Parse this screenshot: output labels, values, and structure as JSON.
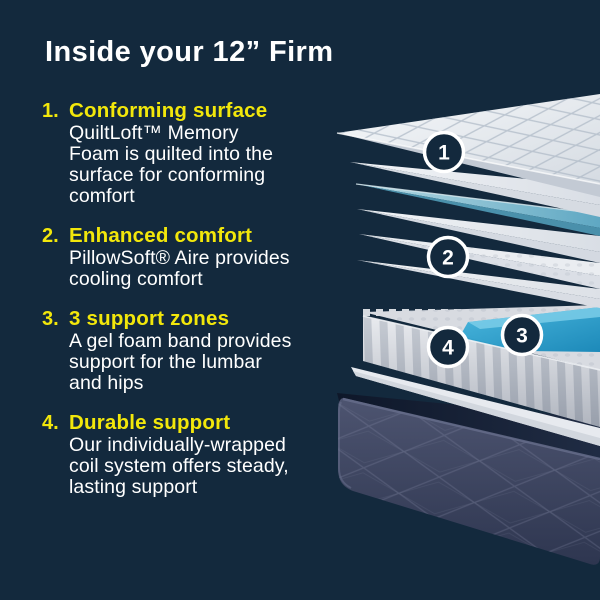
{
  "title": "Inside your 12” Firm",
  "features": [
    {
      "number": "1.",
      "heading": "Conforming surface",
      "body": "QuiltLoft™ Memory\nFoam is quilted into the\nsurface for conforming\ncomfort"
    },
    {
      "number": "2.",
      "heading": "Enhanced comfort",
      "body": "PillowSoft® Aire provides\ncooling comfort"
    },
    {
      "number": "3.",
      "heading": "3 support zones",
      "body": "A gel foam band provides\nsupport for the lumbar\nand hips"
    },
    {
      "number": "4.",
      "heading": "Durable support",
      "body": "Our individually-wrapped\ncoil system offers steady,\nlasting support"
    }
  ],
  "diagram": {
    "callouts": [
      {
        "label": "1"
      },
      {
        "label": "2"
      },
      {
        "label": "3"
      },
      {
        "label": "4"
      }
    ]
  },
  "colors": {
    "background_navy": "#13293D",
    "accent_yellow": "#F2E70B",
    "text_white": "#FFFFFF",
    "cooling_layer_blue": "#64ABC4",
    "gel_band_blue": "#2AA3D4",
    "base_fabric_navy": "#4A5068"
  }
}
